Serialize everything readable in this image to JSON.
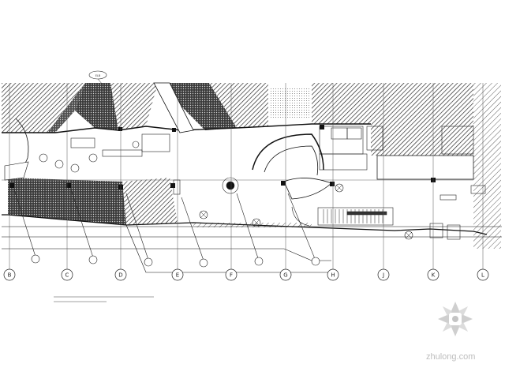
{
  "drawing": {
    "grid_lines": [
      "B",
      "C",
      "D",
      "E",
      "F",
      "G",
      "H",
      "J",
      "K",
      "L"
    ],
    "north_tag": "ELB"
  },
  "watermark": {
    "text": "zhulong.com"
  }
}
